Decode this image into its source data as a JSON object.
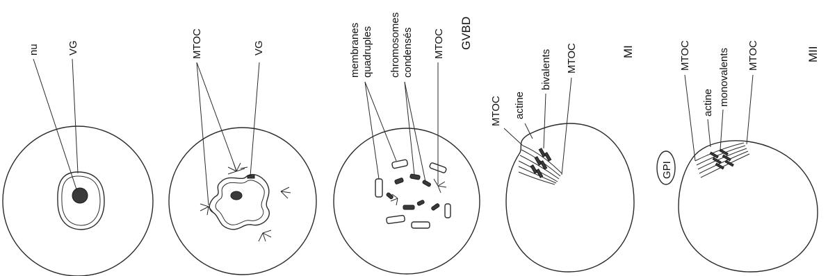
{
  "diagram": {
    "panel_1": {
      "labels": [
        "nu",
        "VG"
      ]
    },
    "panel_2": {
      "labels": [
        "MTOC",
        "VG"
      ]
    },
    "panel_3": {
      "labels": [
        "membranes quadruples",
        "chromosomes condensés",
        "MTOC"
      ],
      "stage": "GVBD"
    },
    "panel_4": {
      "labels": [
        "MTOC",
        "actine",
        "bivalents",
        "MTOC"
      ],
      "stage": "MI"
    },
    "panel_5": {
      "labels": [
        "MTOC",
        "actine",
        "monovalents",
        "MTOC"
      ],
      "stage": "MII",
      "polar_body": "GPI"
    }
  }
}
